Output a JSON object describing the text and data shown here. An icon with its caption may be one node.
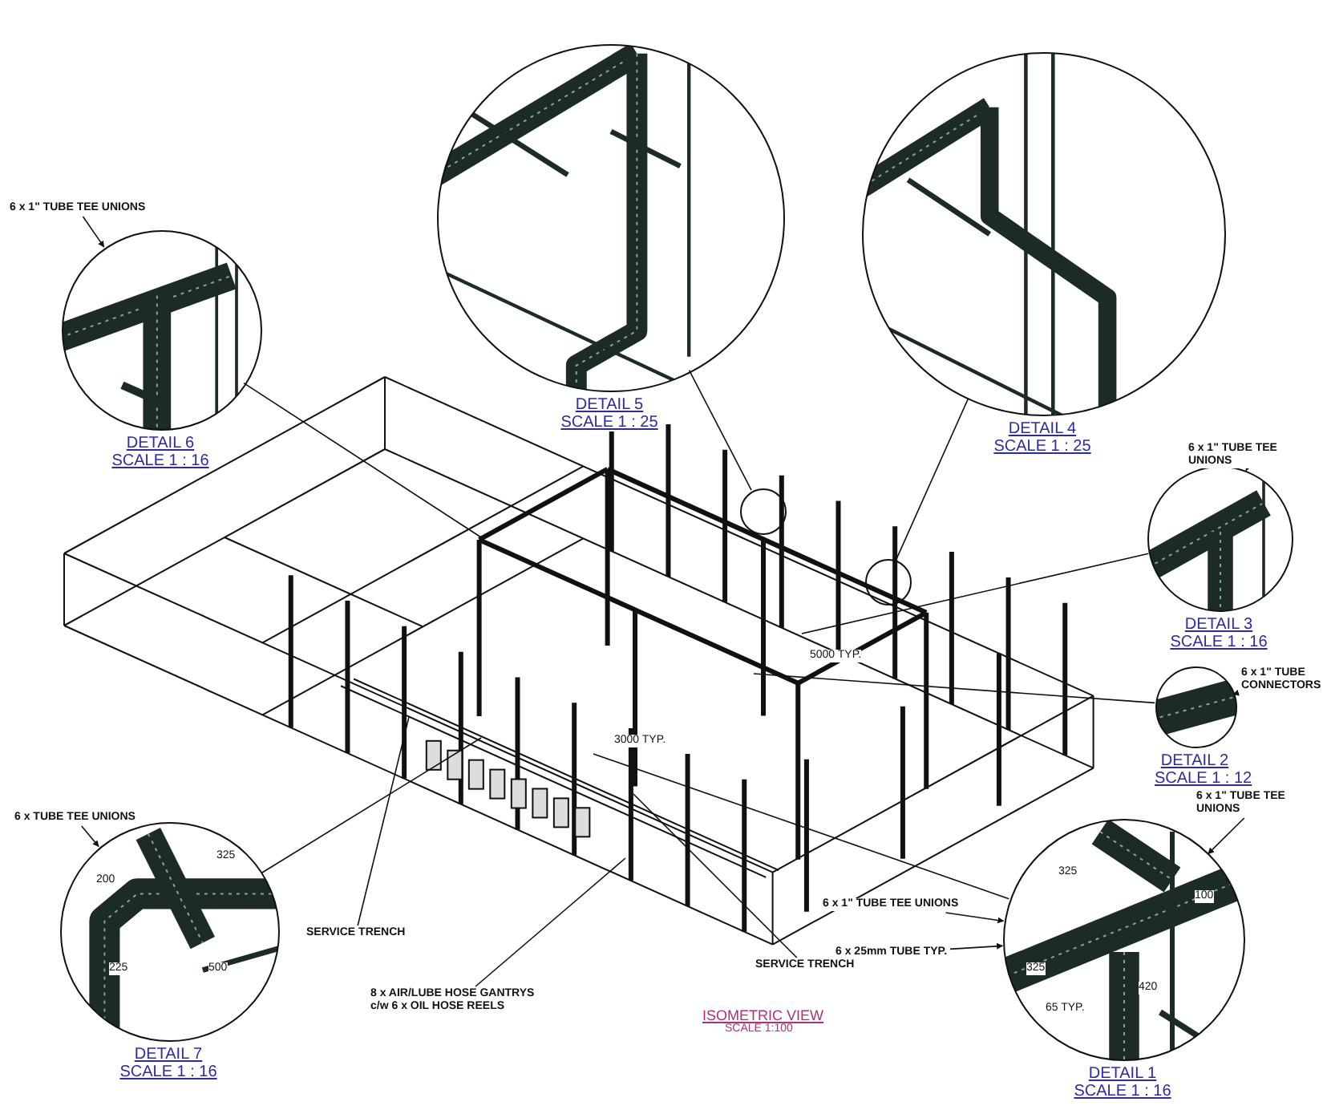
{
  "diagram": {
    "nodes": [
      {
        "text": [
          "DETAIL 6",
          "SCALE 1 : 16"
        ]
      },
      {
        "text": [
          "DETAIL 5",
          "SCALE 1 : 25"
        ]
      },
      {
        "text": [
          "DETAIL 4",
          "SCALE 1 : 25"
        ]
      },
      {
        "text": [
          "DETAIL 3",
          "SCALE 1 : 16"
        ]
      },
      {
        "text": [
          "DETAIL 2",
          "SCALE 1 : 12"
        ]
      },
      {
        "text": [
          "DETAIL 7",
          "SCALE 1 : 16"
        ]
      },
      {
        "text": [
          "DETAIL 1",
          "SCALE 1 : 16"
        ]
      },
      {
        "text": [
          "6 x 1\" TUBE TEE UNIONS"
        ]
      },
      {
        "text": [
          "6 x 1\" TUBE TEE UNIONS"
        ]
      },
      {
        "text": [
          "6 x 1\" TUBE CONNECTORS"
        ]
      },
      {
        "text": [
          "6 x TUBE TEE UNIONS"
        ]
      },
      {
        "text": [
          "6 x 1\" TUBE TEE UNIONS"
        ]
      },
      {
        "text": [
          "6 x 1\" TUBE TEE UNIONS"
        ]
      },
      {
        "text": [
          "6 x 25mm TUBE TYP."
        ]
      },
      {
        "text": [
          "SERVICE TRENCH"
        ]
      },
      {
        "text": [
          "8 x AIR/LUBE HOSE GANTRYS c/w 6 x OIL HOSE REELS"
        ]
      },
      {
        "text": [
          "SERVICE TRENCH"
        ]
      },
      {
        "text": [],
        "shape": "circle"
      },
      {
        "text": [],
        "shape": "circle"
      }
    ],
    "edges": [
      {
        "from": 7,
        "to": 0,
        "arrow": "to"
      },
      {
        "from": 8,
        "to": 3,
        "arrow": "to"
      },
      {
        "from": 9,
        "to": 4,
        "arrow": "to"
      },
      {
        "from": 10,
        "to": 5,
        "arrow": "to"
      },
      {
        "from": 11,
        "to": 6,
        "arrow": "to"
      },
      {
        "from": 12,
        "to": 6,
        "arrow": "to"
      },
      {
        "from": 13,
        "to": 6,
        "arrow": "to"
      },
      {
        "from": 14,
        "to": null,
        "arrow": "none"
      },
      {
        "from": 15,
        "to": null,
        "arrow": "none"
      },
      {
        "from": 16,
        "to": null,
        "arrow": "none"
      },
      {
        "from": 1,
        "to": 17,
        "arrow": "none"
      },
      {
        "from": 2,
        "to": 18,
        "arrow": "none"
      },
      {
        "from": 0,
        "to": null,
        "arrow": "none"
      },
      {
        "from": 3,
        "to": null,
        "arrow": "none"
      },
      {
        "from": 4,
        "to": null,
        "arrow": "none"
      },
      {
        "from": 5,
        "to": null,
        "arrow": "none"
      },
      {
        "from": 6,
        "to": null,
        "arrow": "none"
      }
    ],
    "labels": [
      "5000 TYP.",
      "3000 TYP.",
      "325",
      "200",
      "225",
      "500",
      "325",
      "100",
      "420",
      "325",
      "65 TYP.",
      "ISOMETRIC VIEW",
      "SCALE 1:100"
    ]
  }
}
